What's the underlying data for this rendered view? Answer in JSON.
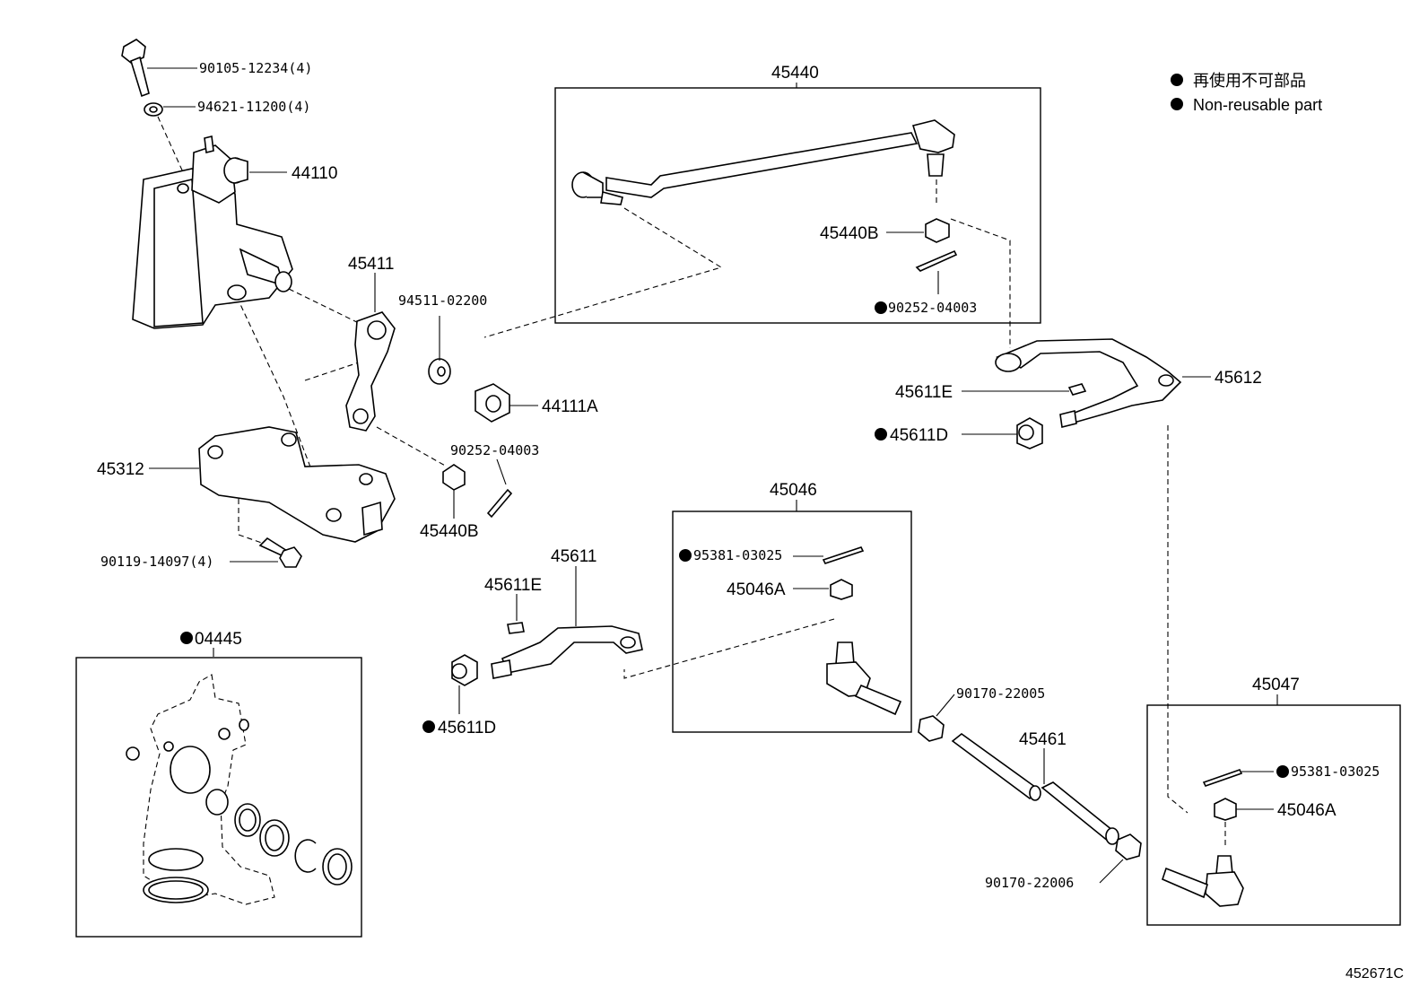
{
  "legend": {
    "japanese": "再使用不可部品",
    "english": "Non-reusable part"
  },
  "illustration_id": "452671C",
  "labels": {
    "bolt_top": "90105-12234(4)",
    "washer_top": "94621-11200(4)",
    "gear_box": "44110",
    "pitman_arm": "45411",
    "lock_washer": "94511-02200",
    "nut_44111a": "44111A",
    "cotter_pin_left": "90252-04003",
    "nut_45440b_left": "45440B",
    "bracket": "45312",
    "bolt_bracket": "90119-14097(4)",
    "gasket_kit": "04445",
    "relay_rod_box": "45440",
    "nut_45440b_right": "45440B",
    "cotter_pin_right": "90252-04003",
    "knuckle_arm_right": "45612",
    "key_right": "45611E",
    "nut_45611d_right": "45611D",
    "tie_rod_end_box_left": "45046",
    "cotter_pin_45046": "95381-03025",
    "nut_45046a_left": "45046A",
    "knuckle_arm_left": "45611",
    "key_left": "45611E",
    "nut_45611d_left": "45611D",
    "clamp_top": "90170-22005",
    "tie_rod": "45461",
    "clamp_bottom": "90170-22006",
    "tie_rod_end_box_right": "45047",
    "cotter_pin_45047": "95381-03025",
    "nut_45046a_right": "45046A"
  }
}
